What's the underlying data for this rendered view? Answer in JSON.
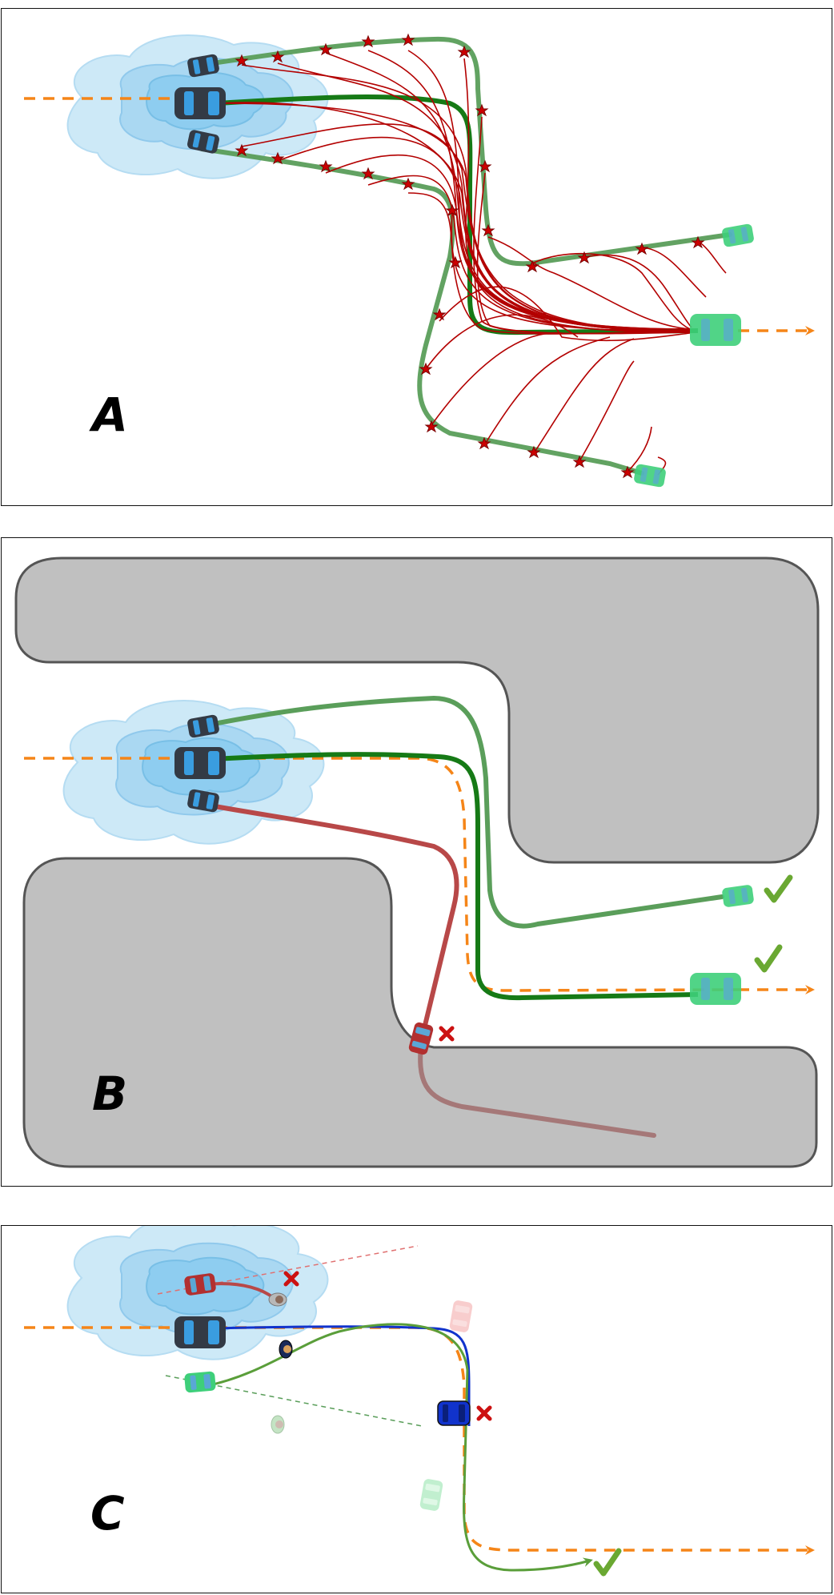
{
  "panels": [
    {
      "id": "A",
      "label": "A"
    },
    {
      "id": "B",
      "label": "B"
    },
    {
      "id": "C",
      "label": "C"
    }
  ],
  "colors": {
    "reference_path": "#f58518",
    "ego_cloud": "#4fb3e6",
    "car_dark": "#333a45",
    "car_glass": "#3a9de0",
    "goal_car": "#3ecf7a",
    "planned_path": "#167a16",
    "sample_path": "#5a9e5a",
    "rollout": "#b30000",
    "collision_path": "#b84848",
    "obstacle_fill": "#c0c0c0",
    "obstacle_edge": "#555555",
    "success_check": "#6aa832",
    "fail_cross": "#cc1111",
    "blue_car": "#1133cc"
  },
  "icons": {
    "success": "checkmark-icon",
    "failure": "cross-icon",
    "ego_vehicle": "car-icon",
    "pedestrian": "pedestrian-icon"
  }
}
